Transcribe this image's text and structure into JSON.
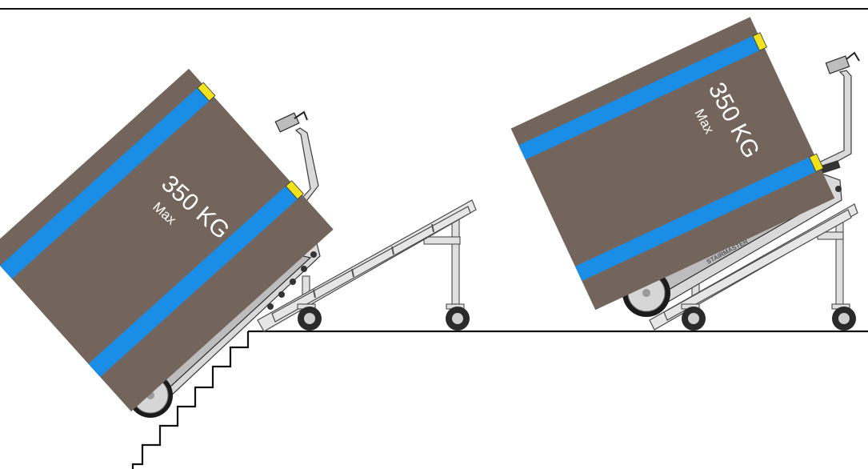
{
  "left_scene": {
    "load_label": "350 KG",
    "load_sub": "Max"
  },
  "right_scene": {
    "load_label": "350 KG",
    "load_sub": "Max"
  },
  "colors": {
    "box": "#74655c",
    "strap": "#1a8ee6",
    "buckle": "#f2e21c",
    "frame": "#d9d9d9"
  }
}
